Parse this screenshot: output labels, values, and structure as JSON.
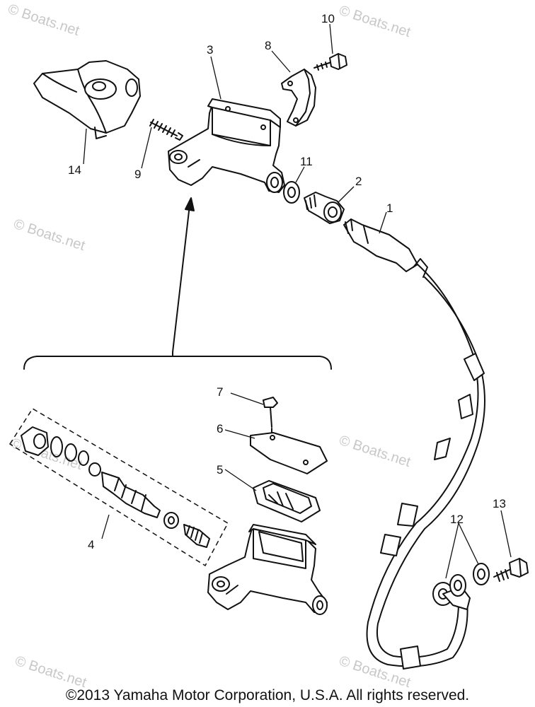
{
  "parts": [
    {
      "id": "1",
      "label": "1"
    },
    {
      "id": "2",
      "label": "2"
    },
    {
      "id": "3",
      "label": "3"
    },
    {
      "id": "4",
      "label": "4"
    },
    {
      "id": "5",
      "label": "5"
    },
    {
      "id": "6",
      "label": "6"
    },
    {
      "id": "7",
      "label": "7"
    },
    {
      "id": "8",
      "label": "8"
    },
    {
      "id": "9",
      "label": "9"
    },
    {
      "id": "10",
      "label": "10"
    },
    {
      "id": "11",
      "label": "11"
    },
    {
      "id": "12",
      "label": "12"
    },
    {
      "id": "13",
      "label": "13"
    },
    {
      "id": "14",
      "label": "14"
    }
  ],
  "watermark": "© Boats.net",
  "copyright": "©2013 Yamaha Motor Corporation, U.S.A. All rights reserved."
}
